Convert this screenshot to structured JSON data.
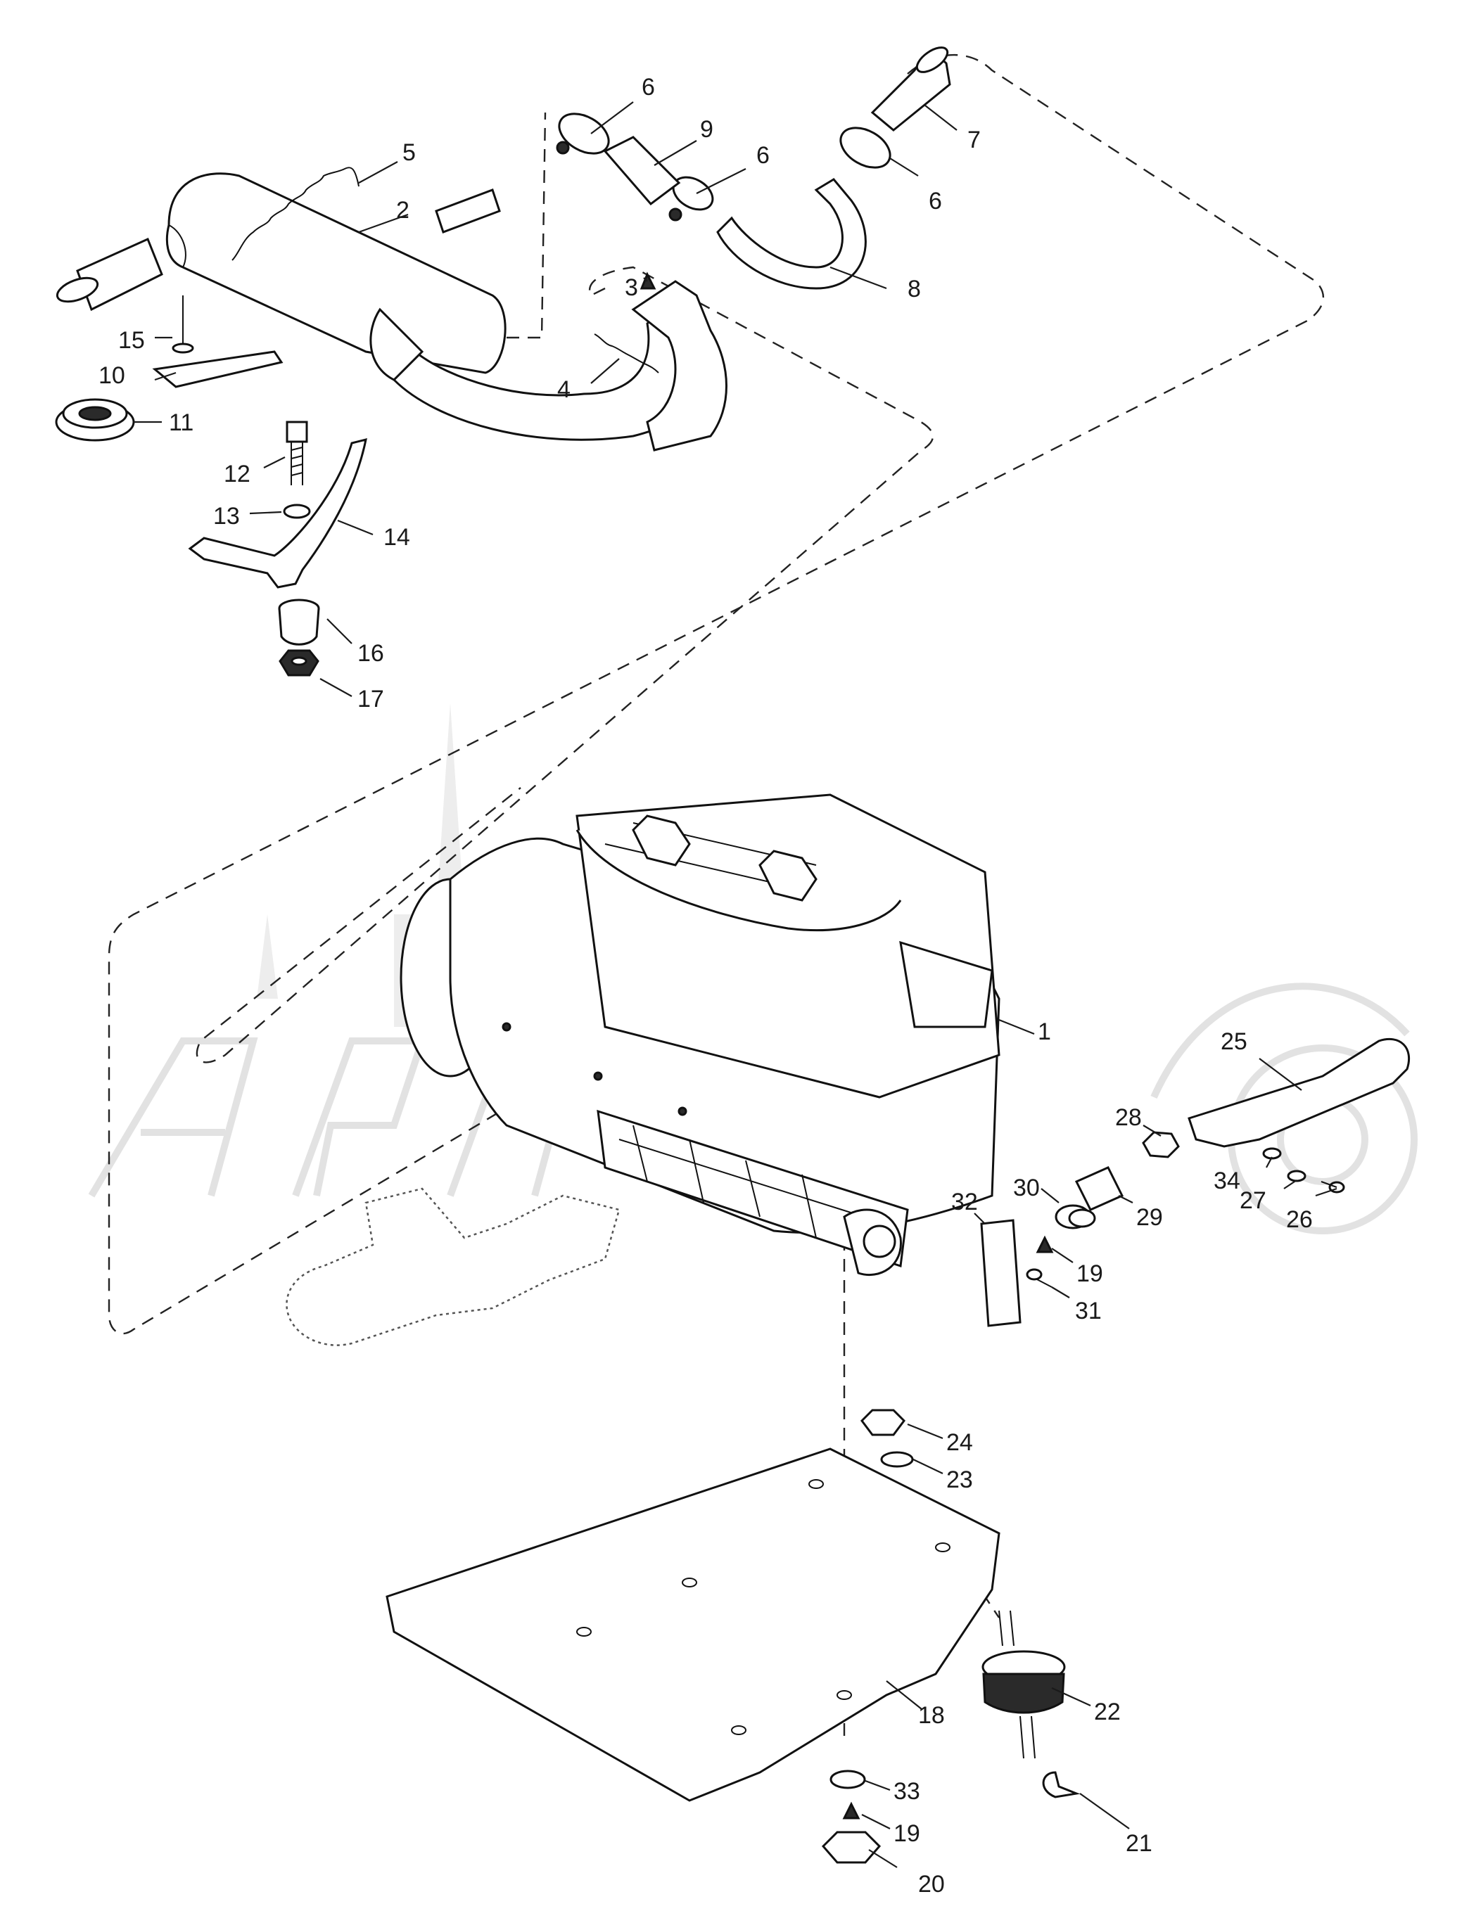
{
  "diagram": {
    "callouts": [
      {
        "id": "1",
        "label": "1"
      },
      {
        "id": "2",
        "label": "2"
      },
      {
        "id": "3",
        "label": "3"
      },
      {
        "id": "4",
        "label": "4"
      },
      {
        "id": "5",
        "label": "5"
      },
      {
        "id": "6a",
        "label": "6"
      },
      {
        "id": "6b",
        "label": "6"
      },
      {
        "id": "6c",
        "label": "6"
      },
      {
        "id": "7",
        "label": "7"
      },
      {
        "id": "8",
        "label": "8"
      },
      {
        "id": "9",
        "label": "9"
      },
      {
        "id": "10",
        "label": "10"
      },
      {
        "id": "11",
        "label": "11"
      },
      {
        "id": "12",
        "label": "12"
      },
      {
        "id": "13",
        "label": "13"
      },
      {
        "id": "14",
        "label": "14"
      },
      {
        "id": "15",
        "label": "15"
      },
      {
        "id": "16",
        "label": "16"
      },
      {
        "id": "17",
        "label": "17"
      },
      {
        "id": "18",
        "label": "18"
      },
      {
        "id": "19a",
        "label": "19"
      },
      {
        "id": "19b",
        "label": "19"
      },
      {
        "id": "20",
        "label": "20"
      },
      {
        "id": "21",
        "label": "21"
      },
      {
        "id": "22",
        "label": "22"
      },
      {
        "id": "23",
        "label": "23"
      },
      {
        "id": "24",
        "label": "24"
      },
      {
        "id": "25",
        "label": "25"
      },
      {
        "id": "26",
        "label": "26"
      },
      {
        "id": "27",
        "label": "27"
      },
      {
        "id": "28",
        "label": "28"
      },
      {
        "id": "29",
        "label": "29"
      },
      {
        "id": "30",
        "label": "30"
      },
      {
        "id": "31",
        "label": "31"
      },
      {
        "id": "32",
        "label": "32"
      },
      {
        "id": "33",
        "label": "33"
      },
      {
        "id": "34",
        "label": "34"
      }
    ]
  }
}
